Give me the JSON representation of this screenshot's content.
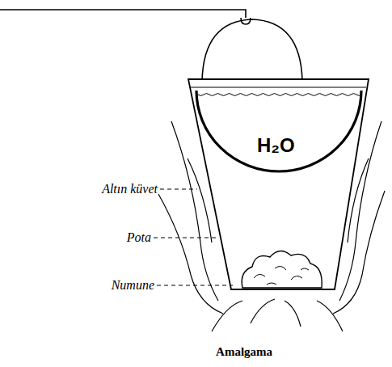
{
  "diagram": {
    "caption": "Amalgama",
    "labels": [
      "Altın küvet",
      "Pota",
      "Numune",
      "H₂O"
    ]
  }
}
